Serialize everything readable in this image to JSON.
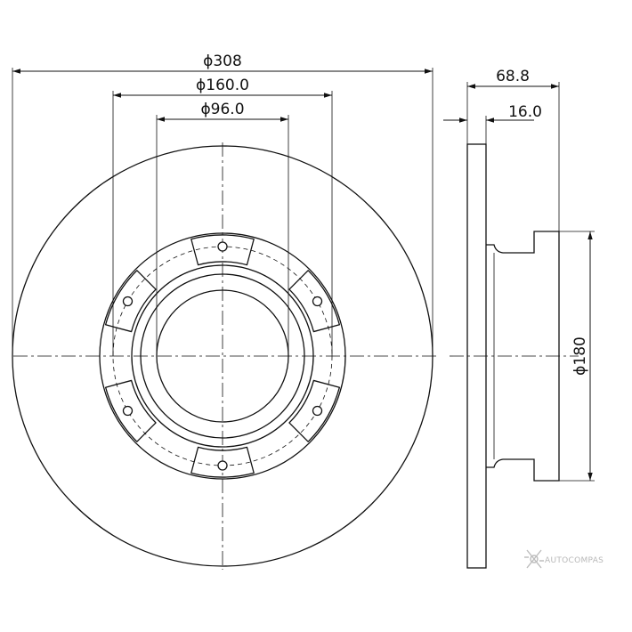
{
  "drawing": {
    "front_view": {
      "outer_diameter_label": "ϕ308",
      "bolt_circle_label": "ϕ160.0",
      "center_bore_label": "ϕ96.0",
      "bolt_hole_count": 6
    },
    "side_view": {
      "overall_height_label": "68.8",
      "disc_thickness_label": "16.0",
      "hat_diameter_label": "ϕ180"
    }
  },
  "watermark": {
    "text": "AUTOCOMPAS"
  }
}
